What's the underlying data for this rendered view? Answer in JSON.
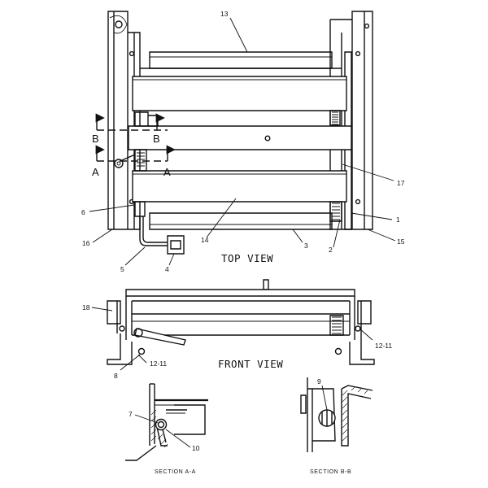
{
  "views": {
    "top": "TOP VIEW",
    "front": "FRONT VIEW",
    "section_a": "SECTION A-A",
    "section_b": "SECTION B-B"
  },
  "section_markers": {
    "b_left": "B",
    "b_right": "B",
    "a_left": "A",
    "a_right": "A"
  },
  "callouts": {
    "c13": "13",
    "c17": "17",
    "c6": "6",
    "c1": "1",
    "c16": "16",
    "c14": "14",
    "c3": "3",
    "c2": "2",
    "c15": "15",
    "c5": "5",
    "c4": "4",
    "c18": "18",
    "c12_11_right": "12-11",
    "c12_11_left": "12-11",
    "c8": "8",
    "c7": "7",
    "c10": "10",
    "c9": "9"
  }
}
